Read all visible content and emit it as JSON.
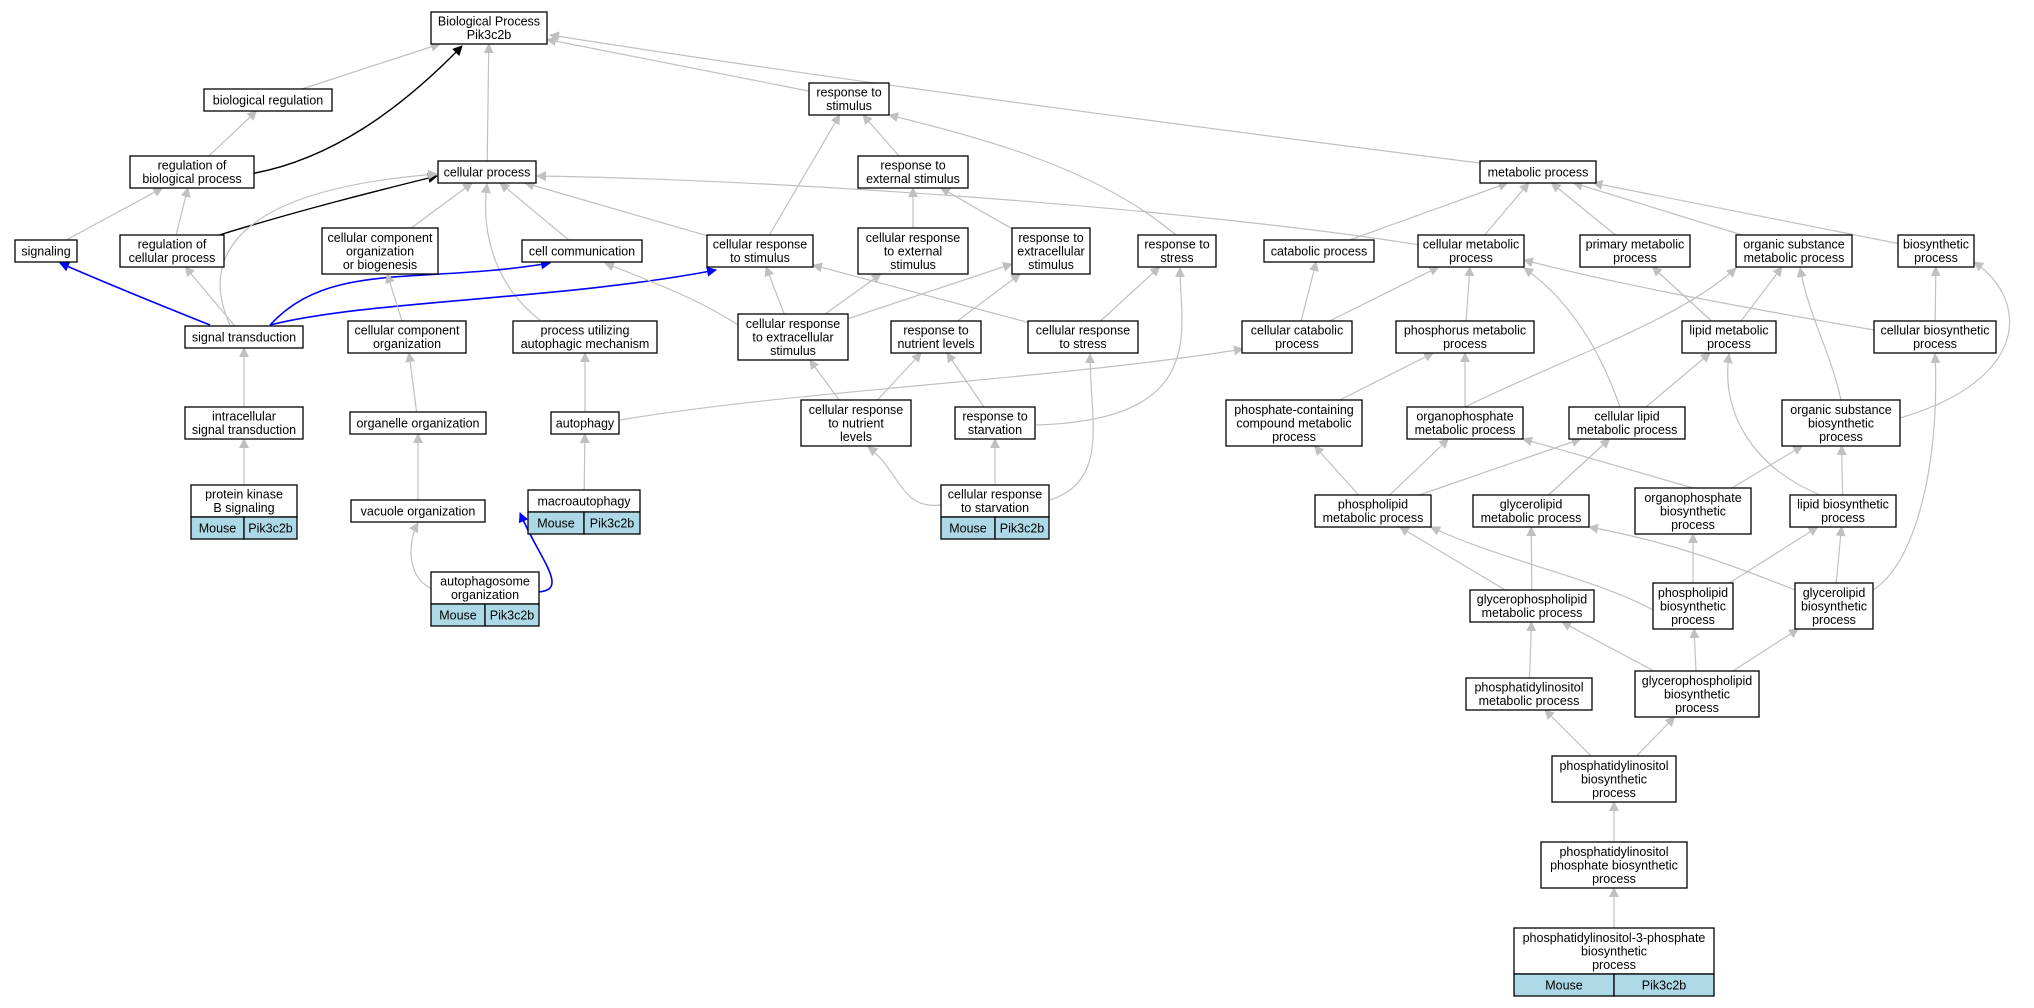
{
  "diagram": {
    "colors": {
      "background": "#ffffff",
      "node_border": "#000000",
      "gene_fill": "#add8e6",
      "edge_gray": "#c0c0c0",
      "edge_black": "#000000",
      "edge_blue": "#0000ff"
    },
    "nodes": [
      {
        "id": "bp",
        "lines": [
          "Biological Process",
          "Pik3c2b"
        ]
      },
      {
        "id": "bioreg",
        "lines": [
          "biological regulation"
        ]
      },
      {
        "id": "regbio",
        "lines": [
          "regulation of",
          "biological process"
        ]
      },
      {
        "id": "signaling",
        "lines": [
          "signaling"
        ]
      },
      {
        "id": "regcell",
        "lines": [
          "regulation of",
          "cellular process"
        ]
      },
      {
        "id": "cellproc",
        "lines": [
          "cellular process"
        ]
      },
      {
        "id": "ccob",
        "lines": [
          "cellular component",
          "organization",
          "or biogenesis"
        ]
      },
      {
        "id": "cellcomm",
        "lines": [
          "cell communication"
        ]
      },
      {
        "id": "sigtrans",
        "lines": [
          "signal transduction"
        ]
      },
      {
        "id": "ccorg",
        "lines": [
          "cellular component",
          "organization"
        ]
      },
      {
        "id": "pauto",
        "lines": [
          "process utilizing",
          "autophagic mechanism"
        ]
      },
      {
        "id": "intrasig",
        "lines": [
          "intracellular",
          "signal transduction"
        ]
      },
      {
        "id": "orgorg",
        "lines": [
          "organelle organization"
        ]
      },
      {
        "id": "autophagy",
        "lines": [
          "autophagy"
        ]
      },
      {
        "id": "pkb",
        "lines": [
          "protein kinase",
          "B signaling"
        ],
        "gene": [
          "Mouse",
          "Pik3c2b"
        ]
      },
      {
        "id": "vacorg",
        "lines": [
          "vacuole organization"
        ]
      },
      {
        "id": "macro",
        "lines": [
          "macroautophagy"
        ],
        "gene": [
          "Mouse",
          "Pik3c2b"
        ]
      },
      {
        "id": "apo",
        "lines": [
          "autophagosome",
          "organization"
        ],
        "gene": [
          "Mouse",
          "Pik3c2b"
        ]
      },
      {
        "id": "rstim",
        "lines": [
          "response to",
          "stimulus"
        ]
      },
      {
        "id": "rext",
        "lines": [
          "response to",
          "external stimulus"
        ]
      },
      {
        "id": "crstim",
        "lines": [
          "cellular response",
          "to stimulus"
        ]
      },
      {
        "id": "crext",
        "lines": [
          "cellular response",
          "to external",
          "stimulus"
        ]
      },
      {
        "id": "rextra",
        "lines": [
          "response to",
          "extracellular",
          "stimulus"
        ]
      },
      {
        "id": "rstress",
        "lines": [
          "response to",
          "stress"
        ]
      },
      {
        "id": "crextra",
        "lines": [
          "cellular response",
          "to extracellular",
          "stimulus"
        ]
      },
      {
        "id": "rnutr",
        "lines": [
          "response to",
          "nutrient levels"
        ]
      },
      {
        "id": "crstress",
        "lines": [
          "cellular response",
          "to stress"
        ]
      },
      {
        "id": "crnutr",
        "lines": [
          "cellular response",
          "to nutrient",
          "levels"
        ]
      },
      {
        "id": "rstarv",
        "lines": [
          "response to",
          "starvation"
        ]
      },
      {
        "id": "crstarv",
        "lines": [
          "cellular response",
          "to starvation"
        ],
        "gene": [
          "Mouse",
          "Pik3c2b"
        ]
      },
      {
        "id": "metab",
        "lines": [
          "metabolic process"
        ]
      },
      {
        "id": "catab",
        "lines": [
          "catabolic process"
        ]
      },
      {
        "id": "cellmet",
        "lines": [
          "cellular metabolic",
          "process"
        ]
      },
      {
        "id": "primmet",
        "lines": [
          "primary metabolic",
          "process"
        ]
      },
      {
        "id": "orgmet",
        "lines": [
          "organic substance",
          "metabolic process"
        ]
      },
      {
        "id": "biosyn",
        "lines": [
          "biosynthetic",
          "process"
        ]
      },
      {
        "id": "cellcat",
        "lines": [
          "cellular catabolic",
          "process"
        ]
      },
      {
        "id": "phosmet",
        "lines": [
          "phosphorus metabolic",
          "process"
        ]
      },
      {
        "id": "lipmet",
        "lines": [
          "lipid metabolic",
          "process"
        ]
      },
      {
        "id": "cellbio",
        "lines": [
          "cellular biosynthetic",
          "process"
        ]
      },
      {
        "id": "pcc",
        "lines": [
          "phosphate-containing",
          "compound metabolic",
          "process"
        ]
      },
      {
        "id": "orgphos",
        "lines": [
          "organophosphate",
          "metabolic process"
        ]
      },
      {
        "id": "celllip",
        "lines": [
          "cellular lipid",
          "metabolic process"
        ]
      },
      {
        "id": "orgbio",
        "lines": [
          "organic substance",
          "biosynthetic",
          "process"
        ]
      },
      {
        "id": "phlmet",
        "lines": [
          "phospholipid",
          "metabolic process"
        ]
      },
      {
        "id": "glymet",
        "lines": [
          "glycerolipid",
          "metabolic process"
        ]
      },
      {
        "id": "opbio",
        "lines": [
          "organophosphate",
          "biosynthetic",
          "process"
        ]
      },
      {
        "id": "lipbio",
        "lines": [
          "lipid biosynthetic",
          "process"
        ]
      },
      {
        "id": "gpmet",
        "lines": [
          "glycerophospholipid",
          "metabolic process"
        ]
      },
      {
        "id": "phlbio",
        "lines": [
          "phospholipid",
          "biosynthetic",
          "process"
        ]
      },
      {
        "id": "glybio",
        "lines": [
          "glycerolipid",
          "biosynthetic",
          "process"
        ]
      },
      {
        "id": "pimet",
        "lines": [
          "phosphatidylinositol",
          "metabolic process"
        ]
      },
      {
        "id": "gpbio",
        "lines": [
          "glycerophospholipid",
          "biosynthetic",
          "process"
        ]
      },
      {
        "id": "pibio",
        "lines": [
          "phosphatidylinositol",
          "biosynthetic",
          "process"
        ]
      },
      {
        "id": "pipbio",
        "lines": [
          "phosphatidylinositol",
          "phosphate biosynthetic",
          "process"
        ]
      },
      {
        "id": "pi3p",
        "lines": [
          "phosphatidylinositol-3-phosphate",
          "biosynthetic",
          "process"
        ],
        "gene": [
          "Mouse",
          "Pik3c2b"
        ]
      }
    ],
    "edges": [
      {
        "from": "bioreg",
        "to": "bp",
        "color": "gray"
      },
      {
        "from": "regbio",
        "to": "bp",
        "color": "black"
      },
      {
        "from": "cellproc",
        "to": "bp",
        "color": "gray"
      },
      {
        "from": "rstim",
        "to": "bp",
        "color": "gray"
      },
      {
        "from": "metab",
        "to": "bp",
        "color": "gray"
      },
      {
        "from": "regbio",
        "to": "bioreg",
        "color": "gray"
      },
      {
        "from": "signaling",
        "to": "regbio",
        "color": "gray"
      },
      {
        "from": "regcell",
        "to": "regbio",
        "color": "gray"
      },
      {
        "from": "regcell",
        "to": "cellproc",
        "color": "black"
      },
      {
        "from": "ccob",
        "to": "cellproc",
        "color": "gray"
      },
      {
        "from": "cellcomm",
        "to": "cellproc",
        "color": "gray"
      },
      {
        "from": "crstim",
        "to": "cellproc",
        "color": "gray"
      },
      {
        "from": "cellmet",
        "to": "cellproc",
        "color": "gray"
      },
      {
        "from": "sigtrans",
        "to": "cellproc",
        "color": "gray"
      },
      {
        "from": "pauto",
        "to": "cellproc",
        "color": "gray"
      },
      {
        "from": "sigtrans",
        "to": "signaling",
        "color": "blue"
      },
      {
        "from": "sigtrans",
        "to": "regcell",
        "color": "gray"
      },
      {
        "from": "sigtrans",
        "to": "cellcomm",
        "color": "blue"
      },
      {
        "from": "sigtrans",
        "to": "crstim",
        "color": "blue"
      },
      {
        "from": "ccorg",
        "to": "ccob",
        "color": "gray"
      },
      {
        "from": "intrasig",
        "to": "sigtrans",
        "color": "gray"
      },
      {
        "from": "orgorg",
        "to": "ccorg",
        "color": "gray"
      },
      {
        "from": "autophagy",
        "to": "pauto",
        "color": "gray"
      },
      {
        "from": "pkb",
        "to": "intrasig",
        "color": "gray"
      },
      {
        "from": "vacorg",
        "to": "orgorg",
        "color": "gray"
      },
      {
        "from": "macro",
        "to": "autophagy",
        "color": "gray"
      },
      {
        "from": "autophagy",
        "to": "cellcat",
        "color": "gray"
      },
      {
        "from": "apo",
        "to": "vacorg",
        "color": "gray"
      },
      {
        "from": "apo",
        "to": "macro",
        "color": "blue"
      },
      {
        "from": "crstim",
        "to": "rstim",
        "color": "gray"
      },
      {
        "from": "rext",
        "to": "rstim",
        "color": "gray"
      },
      {
        "from": "rstress",
        "to": "rstim",
        "color": "gray"
      },
      {
        "from": "crext",
        "to": "rext",
        "color": "gray"
      },
      {
        "from": "rextra",
        "to": "rext",
        "color": "gray"
      },
      {
        "from": "crextra",
        "to": "crstim",
        "color": "gray"
      },
      {
        "from": "crstress",
        "to": "crstim",
        "color": "gray"
      },
      {
        "from": "crextra",
        "to": "crext",
        "color": "gray"
      },
      {
        "from": "crextra",
        "to": "rextra",
        "color": "gray"
      },
      {
        "from": "rnutr",
        "to": "rextra",
        "color": "gray"
      },
      {
        "from": "crstress",
        "to": "rstress",
        "color": "gray"
      },
      {
        "from": "rstarv",
        "to": "rstress",
        "color": "gray"
      },
      {
        "from": "crextra",
        "to": "cellcomm",
        "color": "gray"
      },
      {
        "from": "crnutr",
        "to": "crextra",
        "color": "gray"
      },
      {
        "from": "crnutr",
        "to": "rnutr",
        "color": "gray"
      },
      {
        "from": "rstarv",
        "to": "rnutr",
        "color": "gray"
      },
      {
        "from": "crstarv",
        "to": "crnutr",
        "color": "gray"
      },
      {
        "from": "crstarv",
        "to": "rstarv",
        "color": "gray"
      },
      {
        "from": "crstarv",
        "to": "crstress",
        "color": "gray"
      },
      {
        "from": "catab",
        "to": "metab",
        "color": "gray"
      },
      {
        "from": "cellmet",
        "to": "metab",
        "color": "gray"
      },
      {
        "from": "primmet",
        "to": "metab",
        "color": "gray"
      },
      {
        "from": "orgmet",
        "to": "metab",
        "color": "gray"
      },
      {
        "from": "biosyn",
        "to": "metab",
        "color": "gray"
      },
      {
        "from": "cellcat",
        "to": "catab",
        "color": "gray"
      },
      {
        "from": "cellcat",
        "to": "cellmet",
        "color": "gray"
      },
      {
        "from": "phosmet",
        "to": "cellmet",
        "color": "gray"
      },
      {
        "from": "celllip",
        "to": "cellmet",
        "color": "gray"
      },
      {
        "from": "cellbio",
        "to": "cellmet",
        "color": "gray"
      },
      {
        "from": "lipmet",
        "to": "primmet",
        "color": "gray"
      },
      {
        "from": "lipmet",
        "to": "orgmet",
        "color": "gray"
      },
      {
        "from": "orgphos",
        "to": "orgmet",
        "color": "gray"
      },
      {
        "from": "orgbio",
        "to": "orgmet",
        "color": "gray"
      },
      {
        "from": "cellbio",
        "to": "biosyn",
        "color": "gray"
      },
      {
        "from": "orgbio",
        "to": "biosyn",
        "color": "gray"
      },
      {
        "from": "pcc",
        "to": "phosmet",
        "color": "gray"
      },
      {
        "from": "orgphos",
        "to": "phosmet",
        "color": "gray"
      },
      {
        "from": "celllip",
        "to": "lipmet",
        "color": "gray"
      },
      {
        "from": "lipbio",
        "to": "lipmet",
        "color": "gray"
      },
      {
        "from": "glybio",
        "to": "cellbio",
        "color": "gray"
      },
      {
        "from": "phlmet",
        "to": "pcc",
        "color": "gray"
      },
      {
        "from": "phlmet",
        "to": "orgphos",
        "color": "gray"
      },
      {
        "from": "opbio",
        "to": "orgphos",
        "color": "gray"
      },
      {
        "from": "phlmet",
        "to": "celllip",
        "color": "gray"
      },
      {
        "from": "glymet",
        "to": "celllip",
        "color": "gray"
      },
      {
        "from": "opbio",
        "to": "orgbio",
        "color": "gray"
      },
      {
        "from": "lipbio",
        "to": "orgbio",
        "color": "gray"
      },
      {
        "from": "gpmet",
        "to": "phlmet",
        "color": "gray"
      },
      {
        "from": "phlbio",
        "to": "phlmet",
        "color": "gray"
      },
      {
        "from": "gpmet",
        "to": "glymet",
        "color": "gray"
      },
      {
        "from": "glybio",
        "to": "glymet",
        "color": "gray"
      },
      {
        "from": "phlbio",
        "to": "opbio",
        "color": "gray"
      },
      {
        "from": "phlbio",
        "to": "lipbio",
        "color": "gray"
      },
      {
        "from": "glybio",
        "to": "lipbio",
        "color": "gray"
      },
      {
        "from": "pimet",
        "to": "gpmet",
        "color": "gray"
      },
      {
        "from": "gpbio",
        "to": "gpmet",
        "color": "gray"
      },
      {
        "from": "gpbio",
        "to": "phlbio",
        "color": "gray"
      },
      {
        "from": "gpbio",
        "to": "glybio",
        "color": "gray"
      },
      {
        "from": "pibio",
        "to": "pimet",
        "color": "gray"
      },
      {
        "from": "pibio",
        "to": "gpbio",
        "color": "gray"
      },
      {
        "from": "pipbio",
        "to": "pibio",
        "color": "gray"
      },
      {
        "from": "pi3p",
        "to": "pipbio",
        "color": "gray"
      }
    ]
  }
}
